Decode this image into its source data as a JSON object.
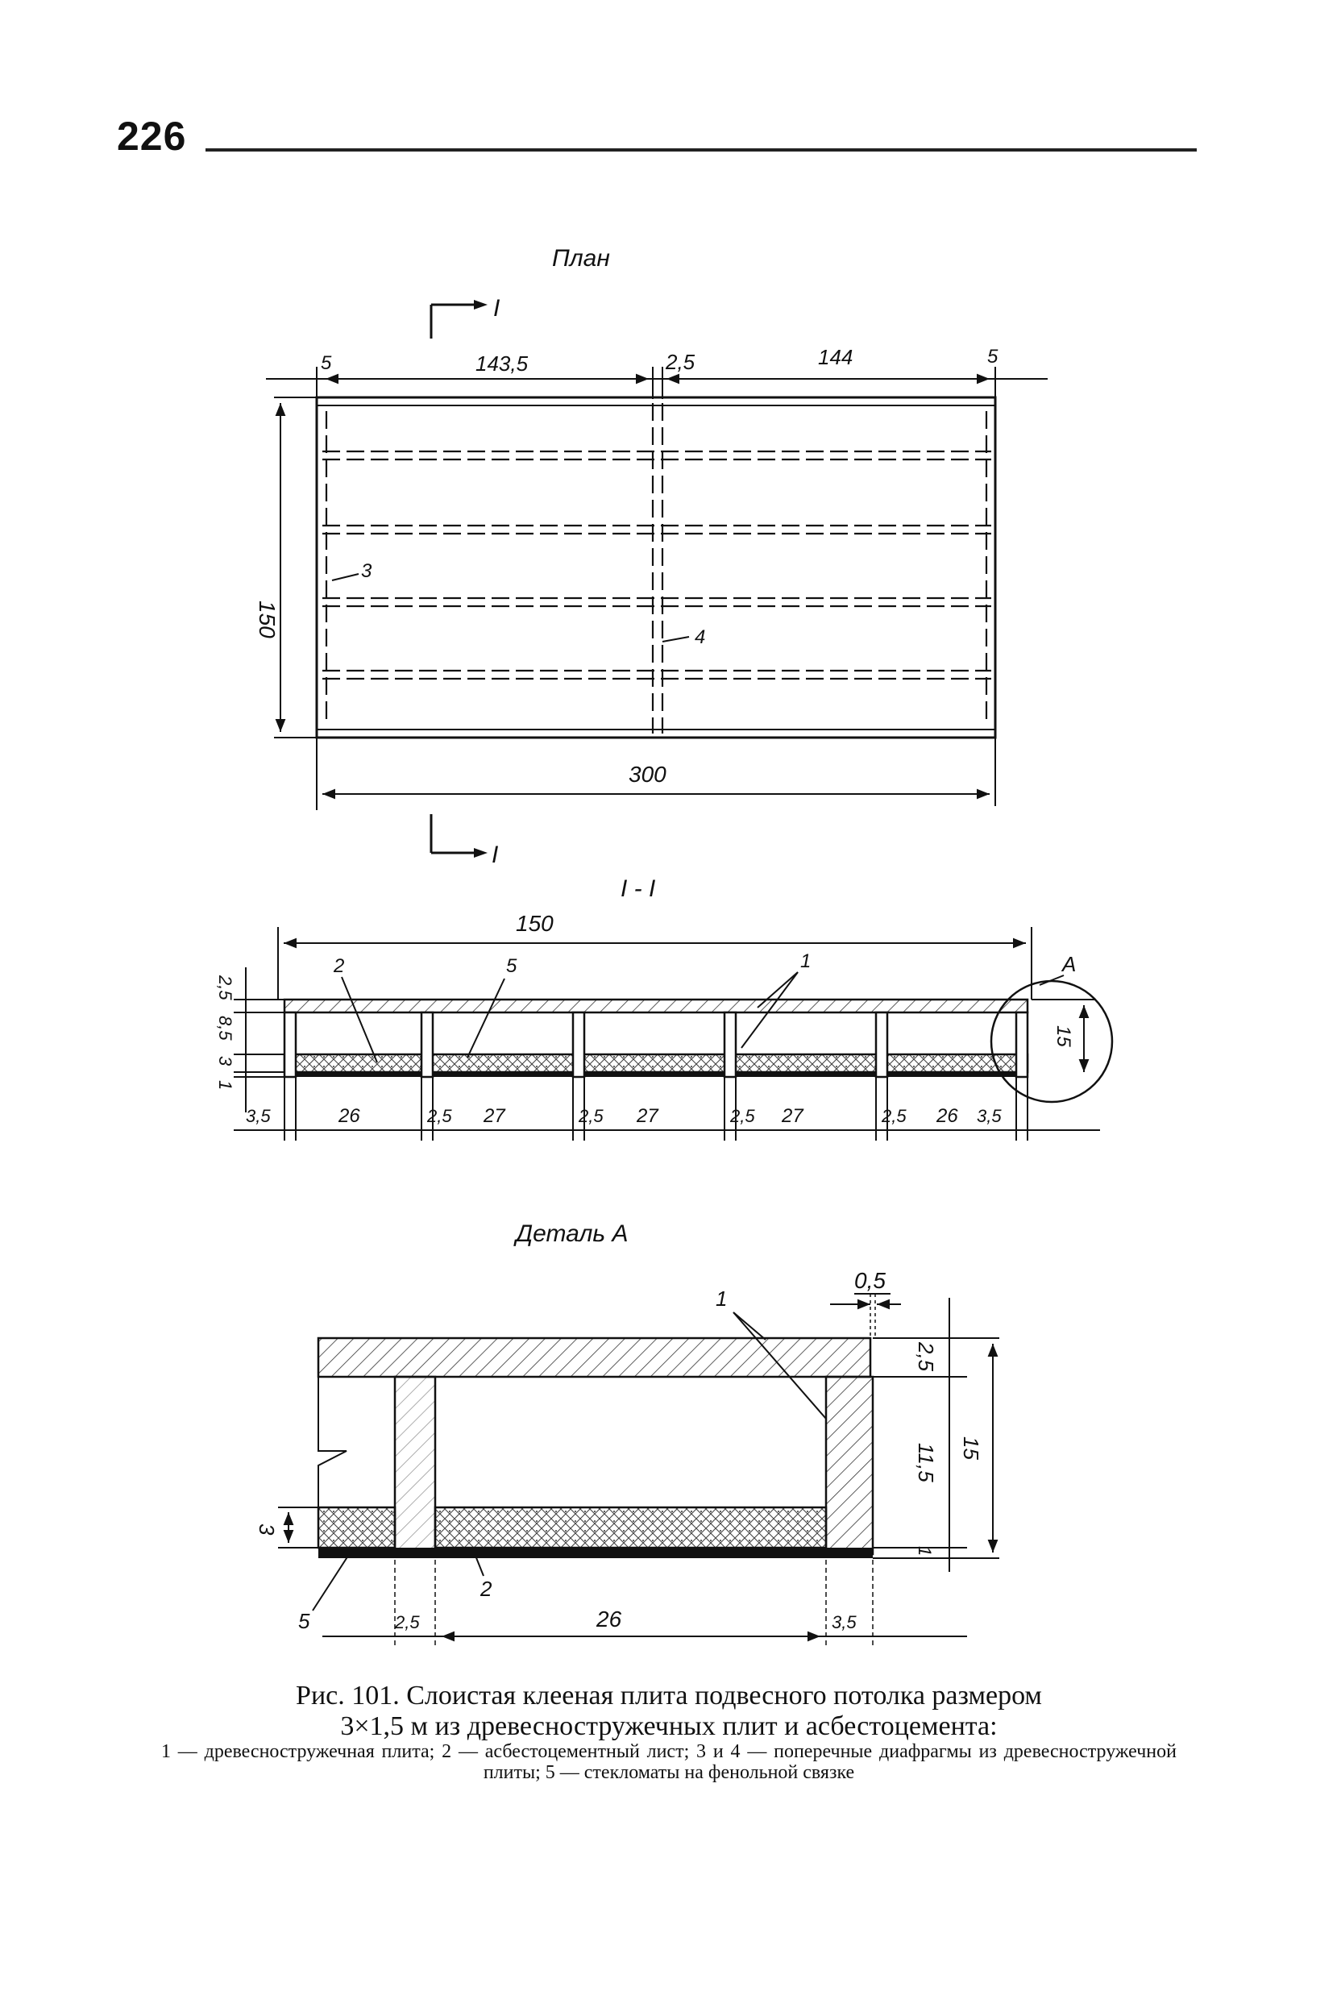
{
  "page": {
    "number": "226"
  },
  "plan": {
    "title": "План",
    "section_mark": "I",
    "dims_top": [
      "5",
      "143,5",
      "2,5",
      "144",
      "5"
    ],
    "height": "150",
    "width": "300",
    "callouts": {
      "cross_diaphragm": "3",
      "longitudinal_diaphragm": "4"
    }
  },
  "section": {
    "title": "I - I",
    "overall": "150",
    "callouts": {
      "asbestos": "2",
      "mats": "5",
      "chipboard": "1",
      "detail": "A"
    },
    "left_dims": [
      "2,5",
      "8,5",
      "3",
      "1"
    ],
    "right_dim": "15",
    "bottom_dims": [
      "3,5",
      "26",
      "2,5",
      "27",
      "2,5",
      "27",
      "2,5",
      "27",
      "2,5",
      "26",
      "3,5"
    ]
  },
  "detail": {
    "title": "Деталь А",
    "callouts": {
      "chipboard": "1",
      "asbestos": "2",
      "mats": "5"
    },
    "top_dim": "0,5",
    "right_dims": [
      "2,5",
      "11,5",
      "1"
    ],
    "total": "15",
    "left_dim": "3",
    "bottom_dims": [
      "2,5",
      "26",
      "3,5"
    ]
  },
  "caption": {
    "title_line1": "Рис. 101. Слоистая клееная плита подвесного потолка размером",
    "title_line2": "3×1,5 м из древесностружечных плит и асбестоцемента:",
    "legend": "1 — древесностружечная плита; 2 — асбестоцементный лист; 3 и 4 — поперечные диафрагмы из древесностружечной плиты; 5 — стекломаты на фенольной связке"
  }
}
